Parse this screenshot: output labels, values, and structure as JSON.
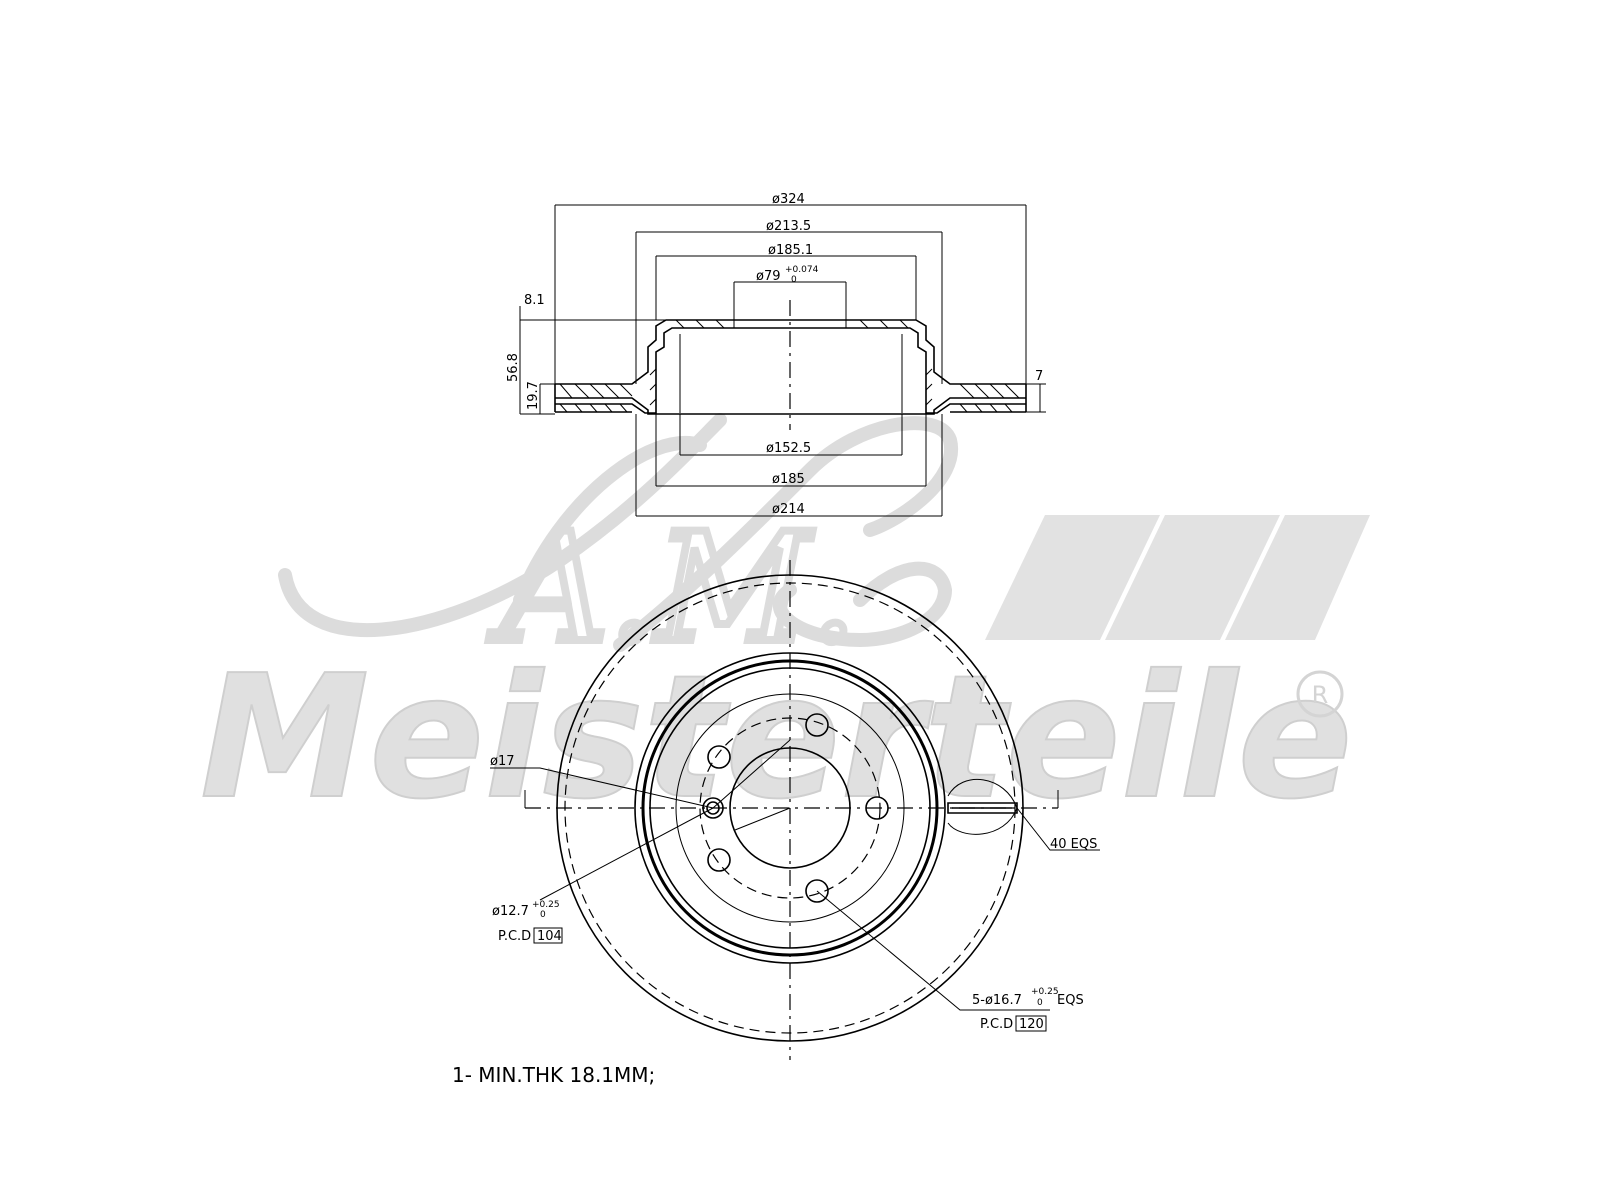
{
  "watermark": {
    "logo_text": "A.M.",
    "brand_text": "Meisterteile",
    "registered_mark": "R"
  },
  "side_view": {
    "dims": {
      "outer_diameter": "ø324",
      "hat_outer_top": "ø213.5",
      "hat_inner_top": "ø185.1",
      "center_bore": "ø79",
      "center_bore_tol_upper": "+0.074",
      "center_bore_tol_lower": "0",
      "thickness_top": "8.1",
      "total_height": "56.8",
      "disc_thickness": "19.7",
      "flange_thickness": "7",
      "inner_bottom": "ø152.5",
      "hat_inner_bottom": "ø185",
      "hat_outer_bottom": "ø214"
    }
  },
  "front_view": {
    "dims": {
      "bolt_hole_dia": "ø17",
      "center_hole": "ø12.7",
      "center_hole_tol_upper": "+0.25",
      "center_hole_tol_lower": "0",
      "pcd_label_1": "P.C.D",
      "pcd_value_1": "104",
      "vent_count": "40 EQS",
      "holes_spec": "5-ø16.7",
      "holes_tol_upper": "+0.25",
      "holes_tol_lower": "0",
      "holes_suffix": "EQS",
      "pcd_label_2": "P.C.D",
      "pcd_value_2": "120"
    }
  },
  "notes": {
    "min_thickness": "1- MIN.THK 18.1MM;"
  }
}
